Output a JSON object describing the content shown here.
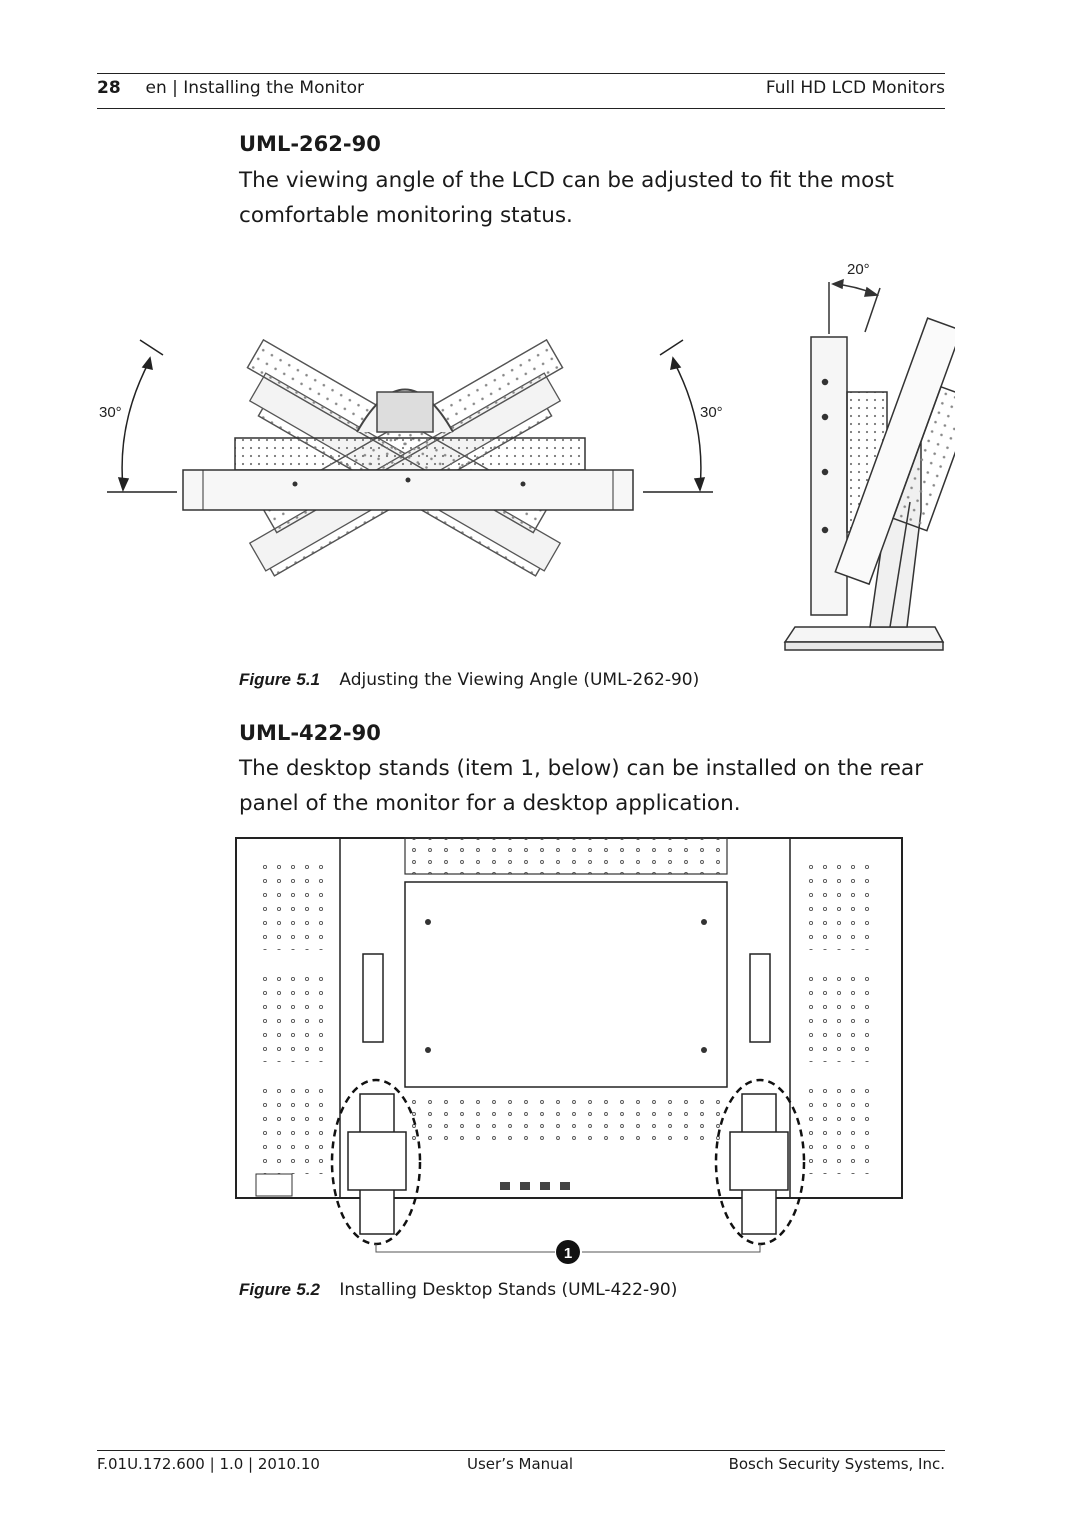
{
  "header": {
    "page_number": "28",
    "section": "en | Installing the Monitor",
    "product": "Full HD LCD Monitors"
  },
  "section1": {
    "heading": "UML-262-90",
    "body": "The viewing angle of the LCD can be adjusted to fit the most comfortable monitoring status.",
    "figure": {
      "label": "Figure",
      "number": "5.1",
      "caption": "Adjusting the Viewing Angle (UML-262-90)",
      "angle_left": "30°",
      "angle_right": "30°",
      "angle_side": "20°"
    }
  },
  "section2": {
    "heading": "UML-422-90",
    "body": "The desktop stands (item 1, below) can be installed on the rear panel of the monitor for a desktop application.",
    "figure": {
      "label": "Figure",
      "number": "5.2",
      "caption": "Installing Desktop Stands (UML-422-90)",
      "callout": "1"
    }
  },
  "footer": {
    "doc_id": "F.01U.172.600 | 1.0 | 2010.10",
    "doc_type": "User’s Manual",
    "company": "Bosch Security Systems, Inc."
  }
}
